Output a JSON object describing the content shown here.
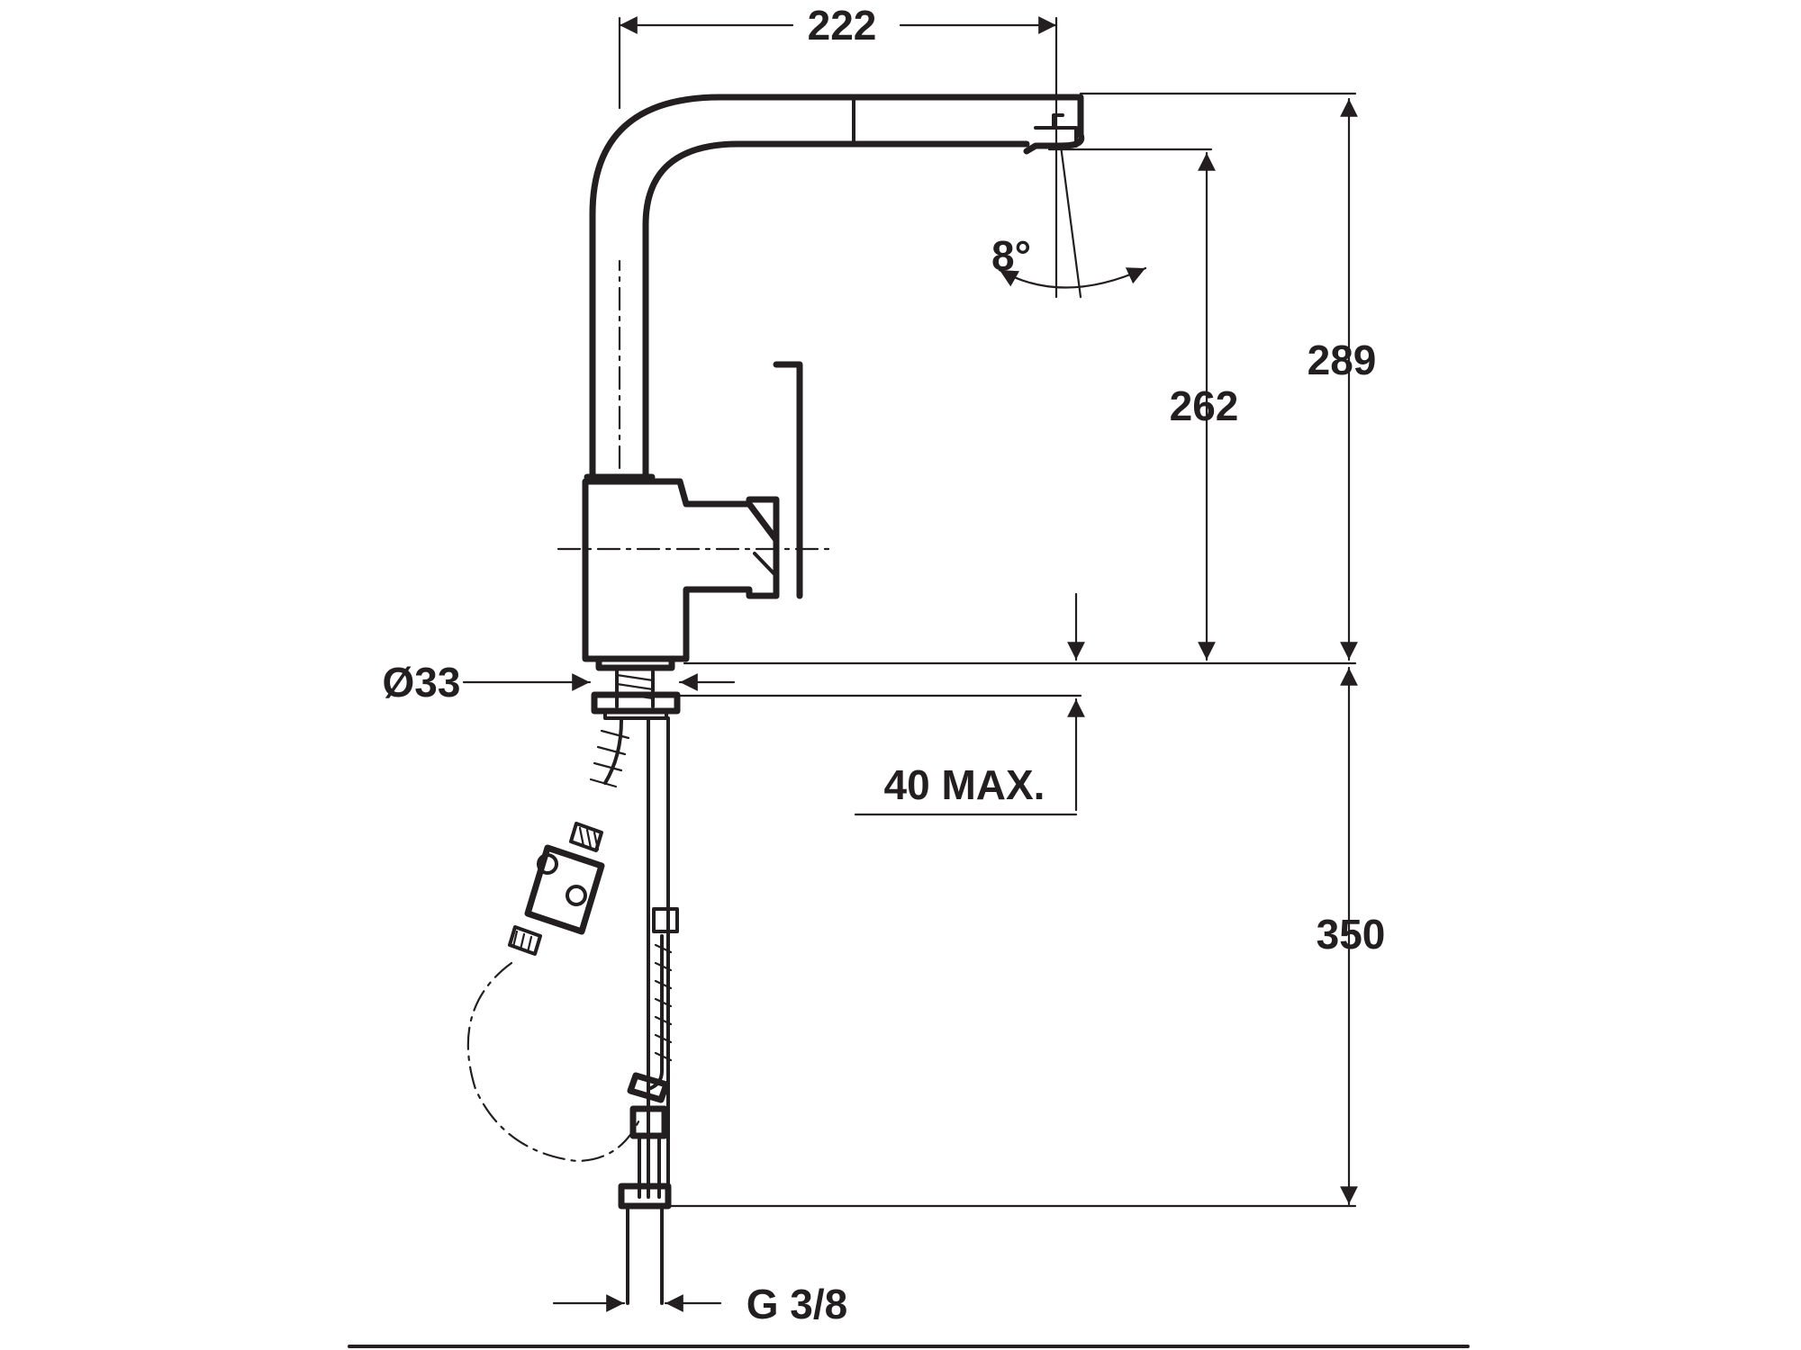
{
  "drawing": {
    "dimensions": {
      "spout_reach": "222",
      "total_height": "289",
      "spout_height": "262",
      "swivel_angle": "8°",
      "base_diameter": "Ø33",
      "deck_thickness": "40 MAX.",
      "hose_length": "350",
      "connection_thread": "G 3/8"
    }
  }
}
